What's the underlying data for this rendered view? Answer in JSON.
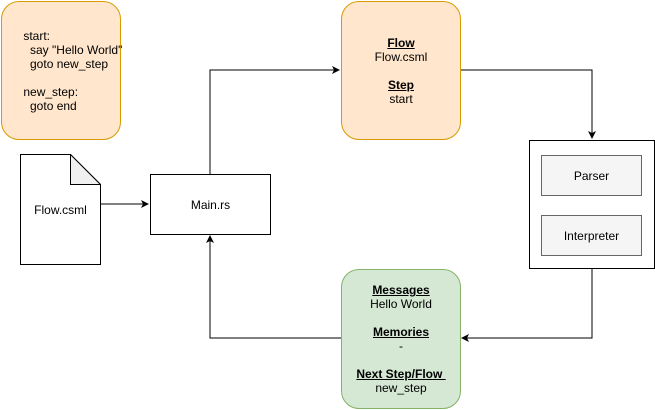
{
  "diagram": {
    "code_block": {
      "lines": [
        "start:",
        "  say \"Hello World\"",
        "  goto new_step",
        "",
        "new_step:",
        "  goto end"
      ]
    },
    "flow_state": {
      "flow_header": "Flow",
      "flow_value": "Flow.csml",
      "step_header": "Step",
      "step_value": "start"
    },
    "file_node": {
      "label": "Flow.csml"
    },
    "main_node": {
      "label": "Main.rs"
    },
    "engine": {
      "parser_label": "Parser",
      "interpreter_label": "Interpreter"
    },
    "result_state": {
      "messages_header": "Messages",
      "messages_value": "Hello World",
      "memories_header": "Memories",
      "memories_value": "-",
      "next_header": "Next Step/Flow ",
      "next_value": "new_step"
    },
    "colors": {
      "peach_fill": "#ffe6cc",
      "peach_stroke": "#d79b00",
      "green_fill": "#d5e8d4",
      "green_stroke": "#82b366",
      "gray_fill": "#f5f5f5",
      "gray_stroke": "#666666"
    }
  }
}
